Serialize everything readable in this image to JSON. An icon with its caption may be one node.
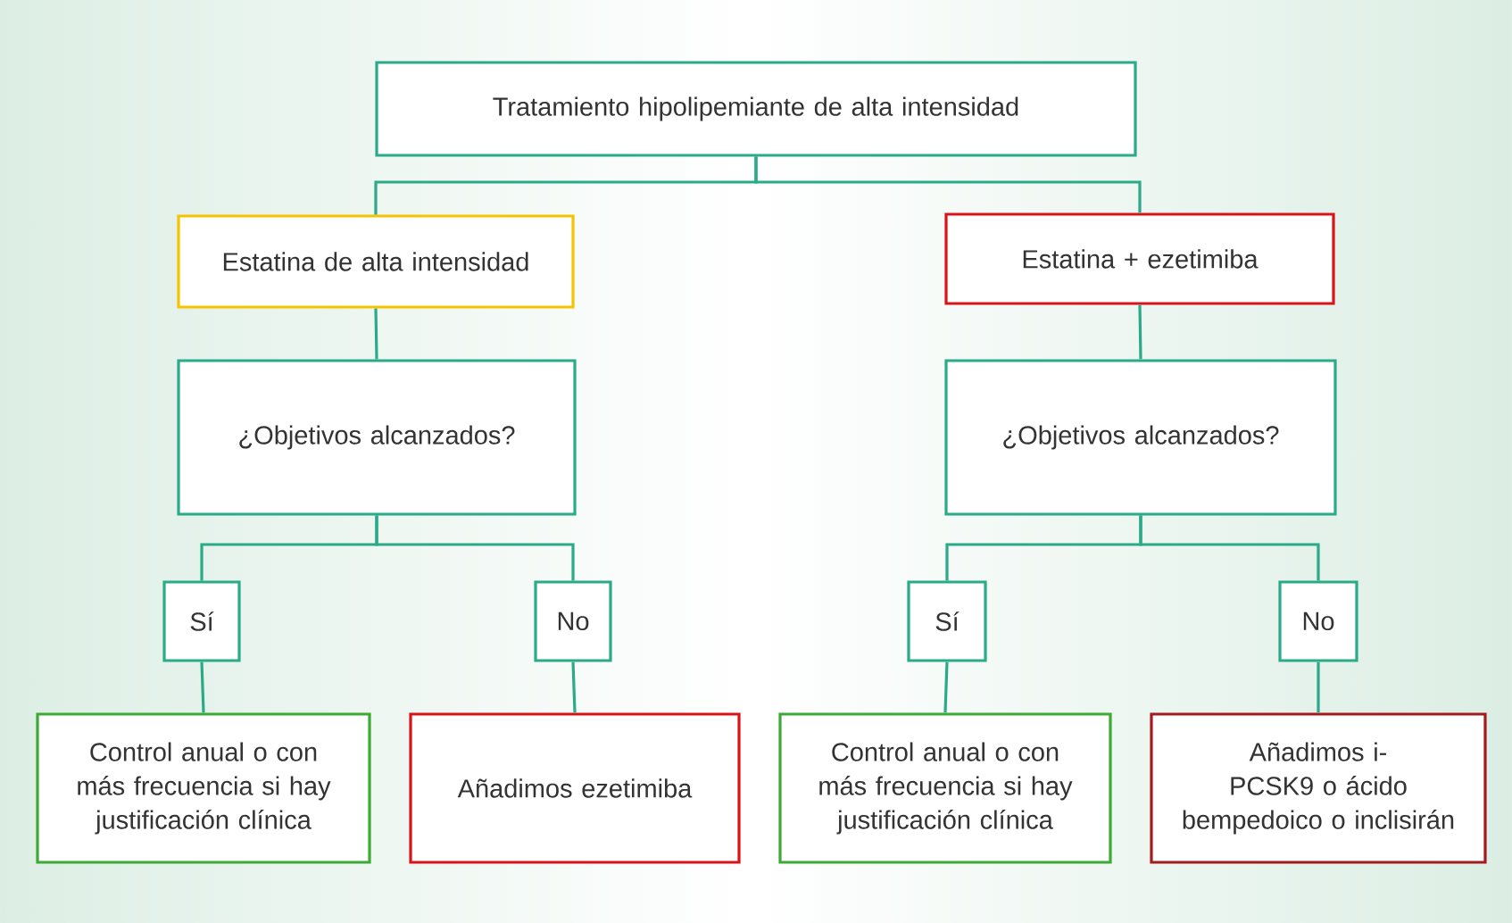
{
  "diagram": {
    "nodes": [
      {
        "text": [
          "Tratamiento  hipolipemiante de alta intensidad"
        ]
      },
      {
        "text": [
          "Estatina de alta intensidad"
        ]
      },
      {
        "text": [
          "Estatina + ezetimiba"
        ]
      },
      {
        "text": [
          "¿Objetivos alcanzados?"
        ]
      },
      {
        "text": [
          "¿Objetivos alcanzados?"
        ]
      },
      {
        "text": [
          "Sí"
        ]
      },
      {
        "text": [
          "No"
        ]
      },
      {
        "text": [
          "Sí"
        ]
      },
      {
        "text": [
          "No"
        ]
      },
      {
        "text": [
          "Control anual o con más frecuencia si hay justificación clínica"
        ]
      },
      {
        "text": [
          "Añadimos ezetimiba"
        ]
      },
      {
        "text": [
          "Control anual o con más frecuencia si hay justificación clínica"
        ]
      },
      {
        "text": [
          "Añadimos i-PCSK9 o ácido bempedoico o inclisirán"
        ]
      }
    ],
    "edges": [
      {
        "from": 0,
        "to": 1,
        "arrow": "none"
      },
      {
        "from": 0,
        "to": 2,
        "arrow": "none"
      },
      {
        "from": 1,
        "to": 3,
        "arrow": "none"
      },
      {
        "from": 2,
        "to": 4,
        "arrow": "none"
      },
      {
        "from": 3,
        "to": 5,
        "arrow": "none"
      },
      {
        "from": 3,
        "to": 6,
        "arrow": "none"
      },
      {
        "from": 4,
        "to": 7,
        "arrow": "none"
      },
      {
        "from": 4,
        "to": 8,
        "arrow": "none"
      },
      {
        "from": 5,
        "to": 9,
        "arrow": "none"
      },
      {
        "from": 6,
        "to": 10,
        "arrow": "none"
      },
      {
        "from": 7,
        "to": 11,
        "arrow": "none"
      },
      {
        "from": 8,
        "to": 12,
        "arrow": "none"
      }
    ]
  }
}
